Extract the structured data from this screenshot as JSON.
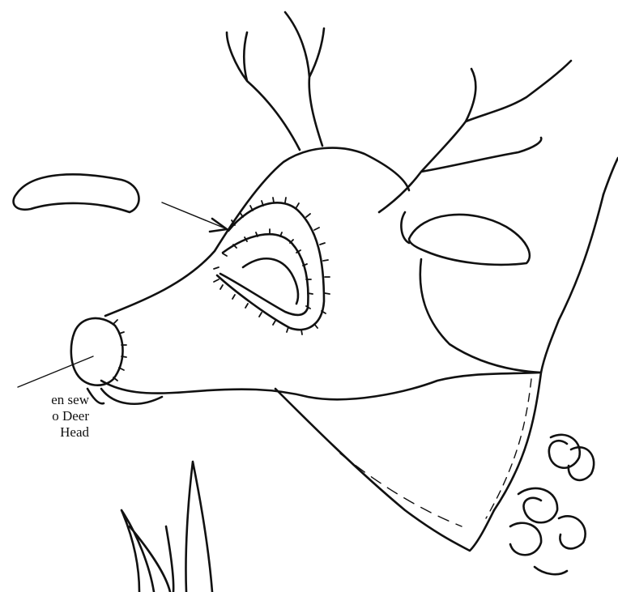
{
  "annotation": {
    "lines": [
      "en sew",
      "o Deer",
      "Head"
    ]
  },
  "colors": {
    "ink": "#111111",
    "paper": "#ffffff"
  }
}
